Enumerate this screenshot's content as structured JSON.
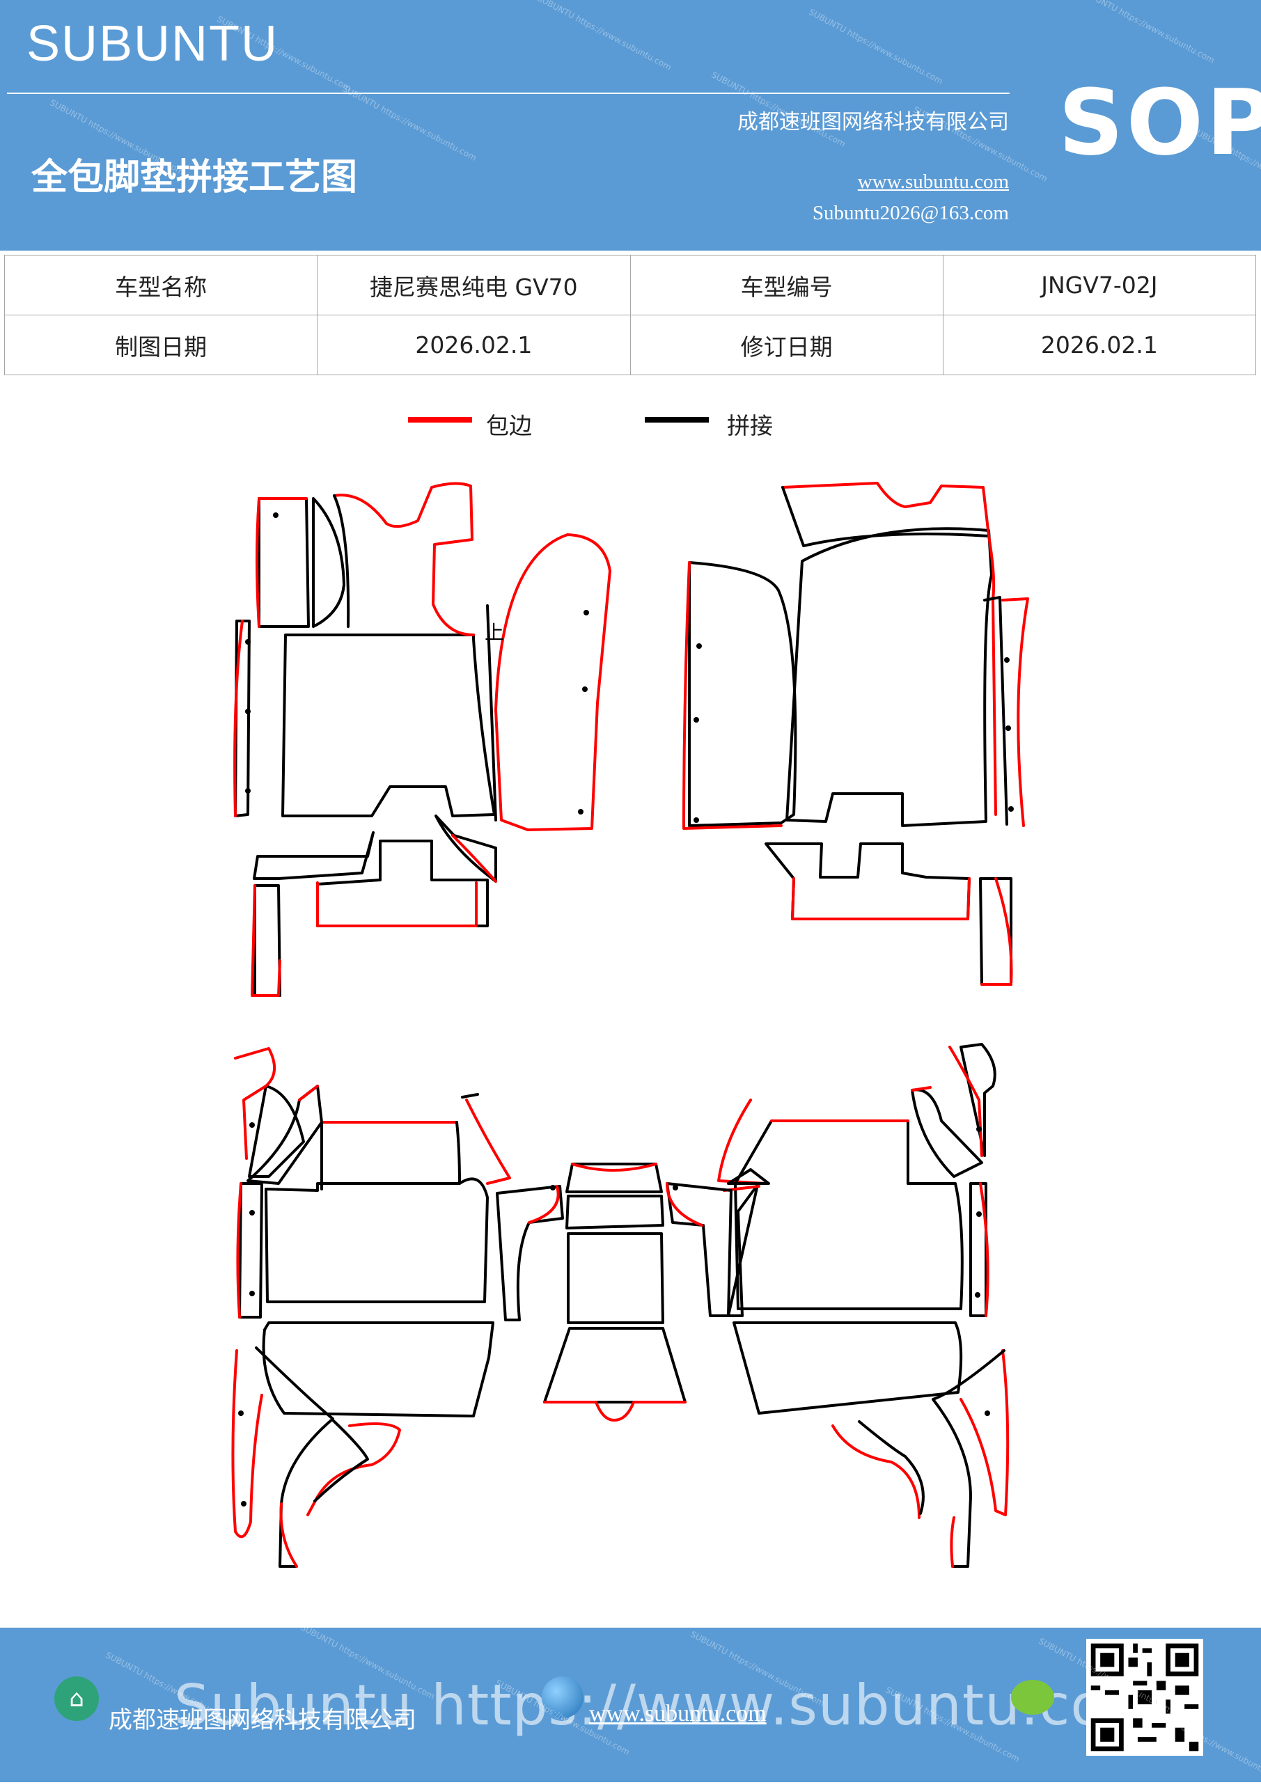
{
  "header": {
    "brand": "SUBUNTU",
    "company": "成都速班图网络科技有限公司",
    "title": "全包脚垫拼接工艺图",
    "website": "www.subuntu.com",
    "email": "Subuntu2026@163.com",
    "badge": "SOP",
    "watermark": "SUBUNTU https://www.subuntu.com"
  },
  "info_table": {
    "model_name_label": "车型名称",
    "model_name_value": "捷尼赛思纯电 GV70",
    "model_code_label": "车型编号",
    "model_code_value": "JNGV7-02J",
    "drawing_date_label": "制图日期",
    "drawing_date_value": "2026.02.1",
    "revision_date_label": "修订日期",
    "revision_date_value": "2026.02.1"
  },
  "legend": {
    "edge_label": "包边",
    "edge_color": "#ff0000",
    "seam_label": "拼接",
    "seam_color": "#000000"
  },
  "drawing": {
    "up_marker": "上"
  },
  "footer": {
    "company": "成都速班图网络科技有限公司",
    "website": "www.subuntu.com",
    "overlay_text": "Subuntu https://www.subuntu.com",
    "icons": [
      "building-icon",
      "globe-icon",
      "chat-icon",
      "qr-code"
    ]
  }
}
